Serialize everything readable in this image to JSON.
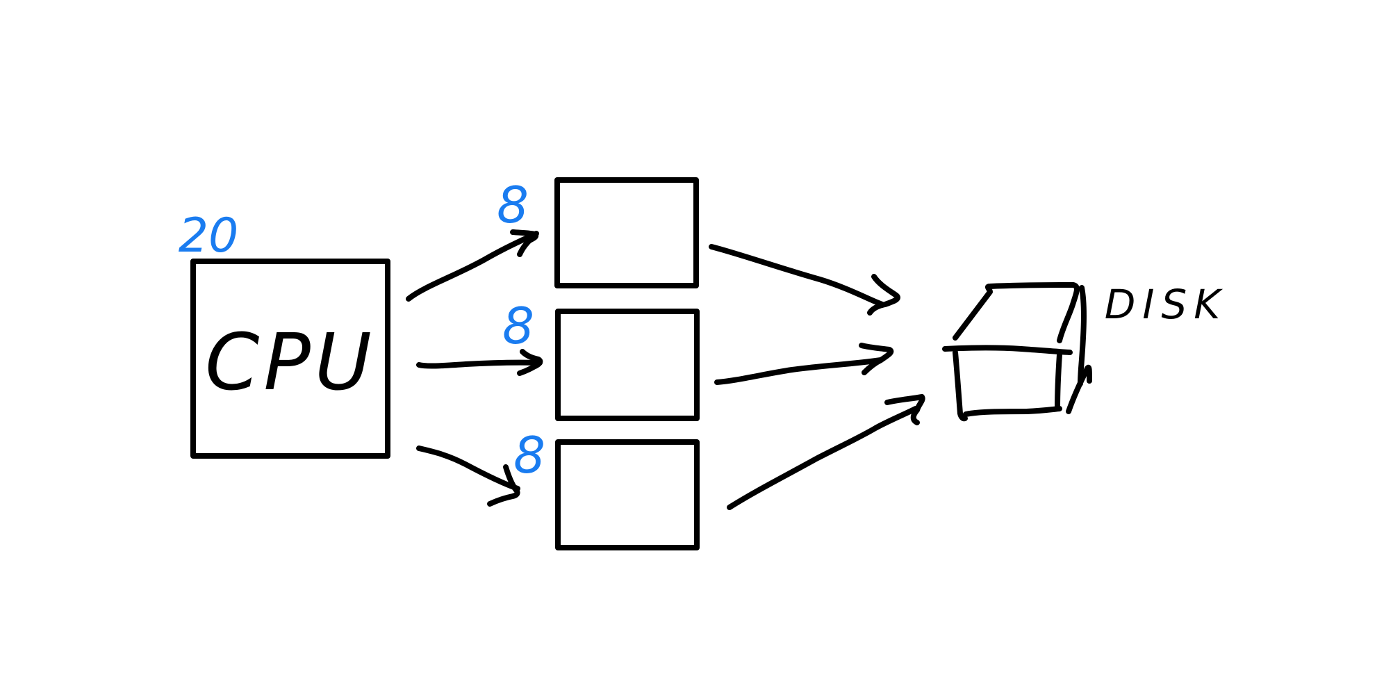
{
  "colors": {
    "ink": "#000000",
    "annotation": "#1a7cf0",
    "background": "#ffffff"
  },
  "diagram": {
    "cpu": {
      "label": "CPU",
      "annotation": "20"
    },
    "worker_boxes": [
      {
        "annotation": "8"
      },
      {
        "annotation": "8"
      },
      {
        "annotation": "8"
      }
    ],
    "storage": {
      "label": "DISK"
    }
  }
}
